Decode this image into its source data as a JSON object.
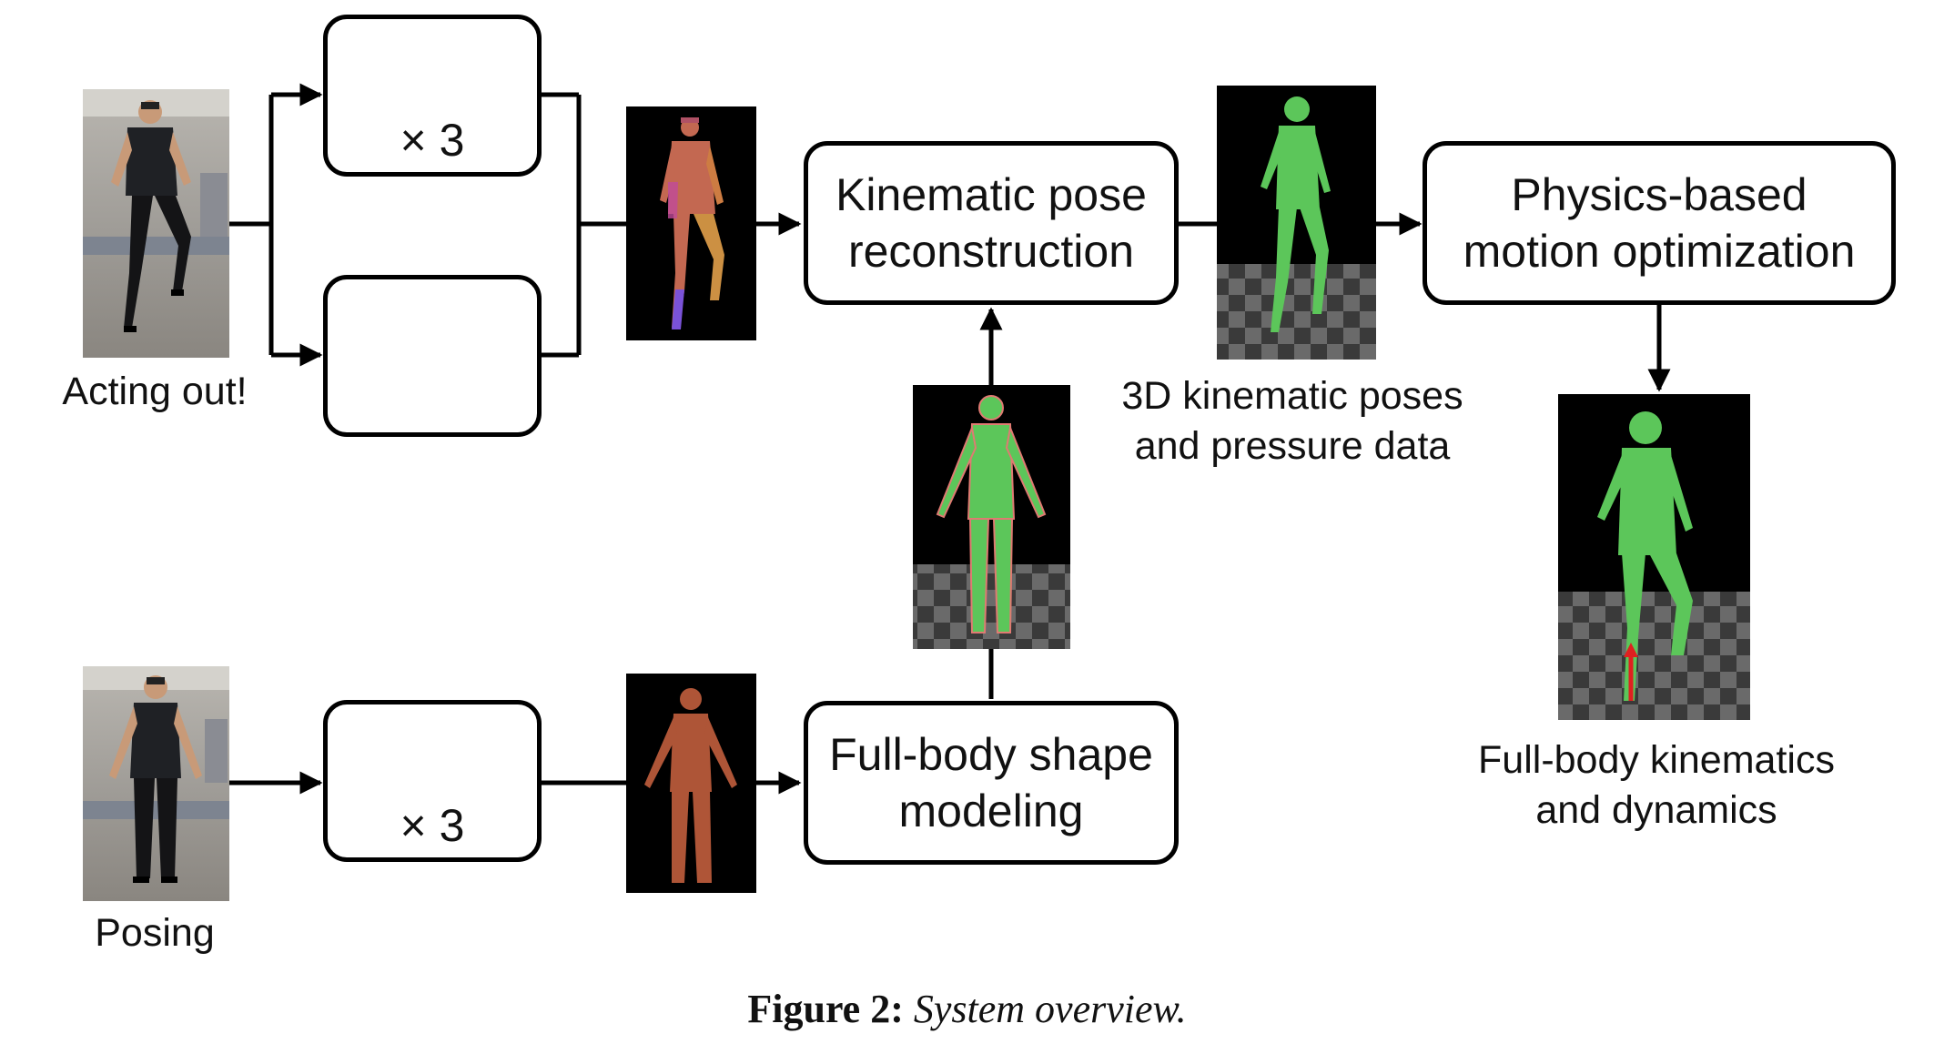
{
  "labels": {
    "acting": "Acting out!",
    "posing": "Posing",
    "poses": [
      "3D kinematic poses",
      "and pressure data"
    ],
    "full": [
      "Full-body kinematics",
      "and dynamics"
    ]
  },
  "boxes": {
    "kinect_top": "× 3",
    "kinect_bottom": "× 3",
    "kinematic": [
      "Kinematic pose",
      "reconstruction"
    ],
    "physics": [
      "Physics-based",
      "motion optimization"
    ],
    "shape": [
      "Full-body shape",
      "modeling"
    ]
  },
  "caption": {
    "label": "Figure 2:",
    "text": "System overview."
  },
  "colors": {
    "stroke": "#000000",
    "body_green": "#5cc65a",
    "floor_dark": "#3a3a3a",
    "floor_light": "#6a6a6a",
    "shoe_stripe": "#d0304a"
  },
  "icons": [
    "kinect-sensor-icon",
    "pressure-shoes-icon"
  ]
}
